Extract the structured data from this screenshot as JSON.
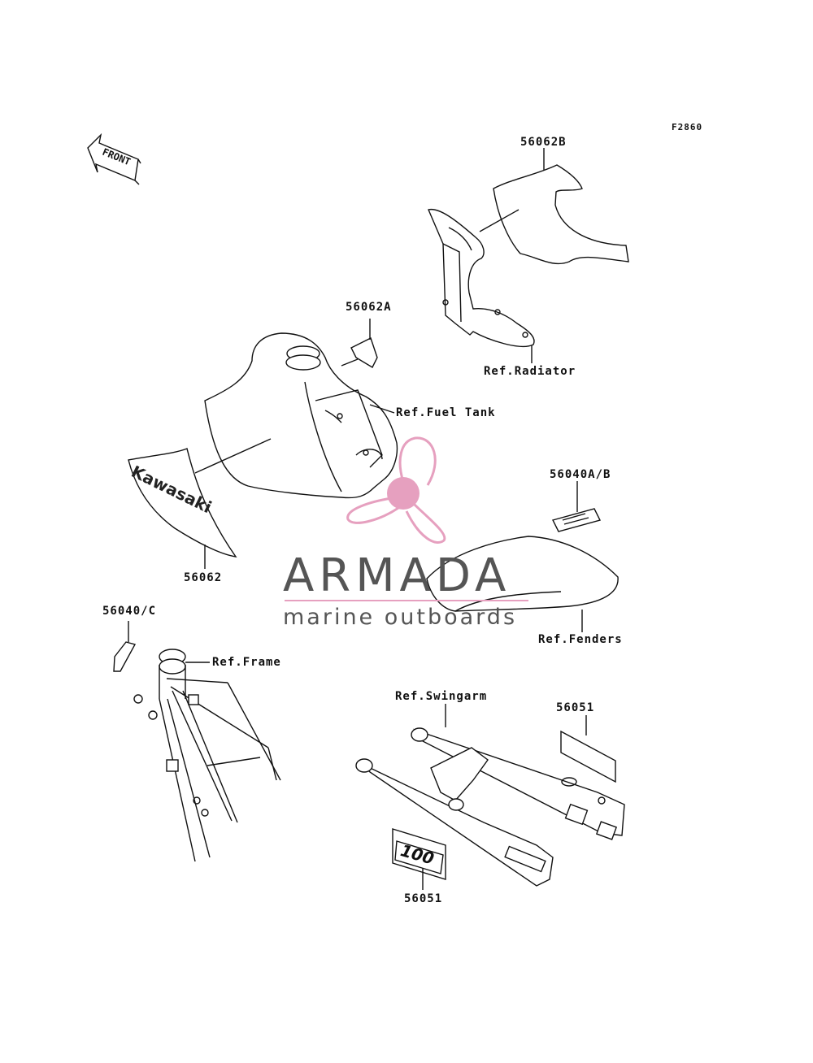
{
  "diagram": {
    "code": "F2860",
    "front_label": "FRONT",
    "decal_text": "Kawasaki",
    "badge_text": "100",
    "labels": {
      "p56062B": "56062B",
      "ref_radiator": "Ref.Radiator",
      "p56062A": "56062A",
      "ref_fuel_tank": "Ref.Fuel Tank",
      "p56040AB": "56040A/B",
      "p56062": "56062",
      "p56040C": "56040/C",
      "ref_frame": "Ref.Frame",
      "ref_fenders": "Ref.Fenders",
      "ref_swingarm": "Ref.Swingarm",
      "p56051_right": "56051",
      "p56051_bottom": "56051"
    }
  },
  "watermark": {
    "brand": "ARMADA",
    "tagline": "marine outboards",
    "accent_color": "#e6a0bf",
    "text_color": "#555555"
  }
}
